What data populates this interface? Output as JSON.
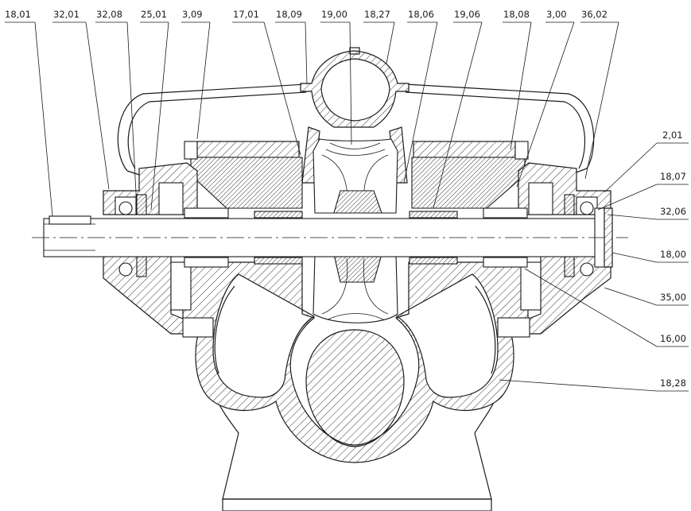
{
  "diagram": {
    "subject": "split-case centrifugal pump cross-section",
    "labels_top": [
      "18,01",
      "32,01",
      "32,08",
      "25,01",
      "3,09",
      "17,01",
      "18,09",
      "19,00",
      "18,27",
      "18,06",
      "19,06",
      "18,08",
      "3,00",
      "36,02"
    ],
    "labels_right": [
      "2,01",
      "18,07",
      "32,06",
      "18,00",
      "35,00",
      "16,00",
      "18,28"
    ]
  }
}
